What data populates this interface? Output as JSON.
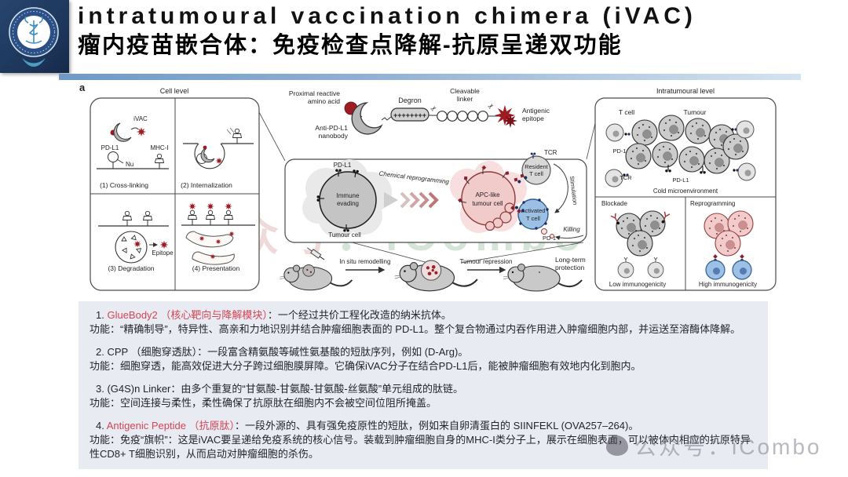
{
  "header": {
    "title_en": "intratumoural vaccination chimera (iVAC)",
    "title_zh": "瘤内疫苗嵌合体：免疫检查点降解-抗原呈递双功能",
    "logo": "institution-seal"
  },
  "figure": {
    "panel": "a",
    "cell_level": {
      "title": "Cell level",
      "ivac": "iVAC",
      "pdl1": "PD-L1",
      "nu": "Nu",
      "mhc1": "MHC-I",
      "epitope": "Epitope",
      "step1": "(1) Cross-linking",
      "step2": "(2) Internalization",
      "step3": "(3) Degradation",
      "step4": "(4) Presentation"
    },
    "molecule": {
      "proximal_1": "Proximal reactive",
      "proximal_2": "amino acid",
      "nanobody_1": "Anti-PD-L1",
      "nanobody_2": "nanobody",
      "degron": "Degron",
      "degron_plus": "++++++++",
      "scissors": "✂",
      "cleavable_1": "Cleavable",
      "cleavable_2": "linker",
      "epitope_1": "Antigenic",
      "epitope_2": "epitope"
    },
    "mechanism": {
      "pdl1": "PD-L1",
      "immune_1": "Immune",
      "immune_2": "evading",
      "tumour_cell": "Tumour cell",
      "reprogramming": "Chemical reprogramming",
      "apc_1": "APC-like",
      "apc_2": "tumour cell",
      "tcr": "TCR",
      "resident_1": "Resident",
      "resident_2": "T cell",
      "stimulation": "Stimulation",
      "activated_1": "Activated",
      "activated_2": "T cell",
      "pd1": "PD-1",
      "killing": "Killing"
    },
    "mice": {
      "arrow1": "In situ remodelling",
      "arrow2": "Tumour repression",
      "protect_1": "Long-term",
      "protect_2": "protection"
    },
    "intratumoural": {
      "title": "Intratumoural level",
      "t_cell": "T cell",
      "tumour": "Tumour",
      "pd1": "PD-1",
      "tcr": "TCR",
      "pdl1": "PD-L1",
      "cold": "Cold microenvironment",
      "blockade": "Blockade",
      "reprogramming": "Reprogramming",
      "low": "Low immunogenicity",
      "high": "High immunogenicity"
    },
    "colors": {
      "epitope_red": "#9e1b22",
      "pink_cell": "#f1caca",
      "blue_cell": "#9cc0e4",
      "gray_cell": "#c4c4c4"
    }
  },
  "notes": {
    "items": [
      {
        "num": "1.",
        "red": "GlueBody2 （核心靶向与降解模块）",
        "black": "：一个经过共价工程化改造的纳米抗体。",
        "func": "功能：“精确制导”，特异性、高亲和力地识别并结合肿瘤细胞表面的 PD-L1。整个复合物通过内吞作用进入肿瘤细胞内部，并运送至溶酶体降解。"
      },
      {
        "num": "2.",
        "red": "",
        "black": "CPP （细胞穿透肽）：一段富含精氨酸等碱性氨基酸的短肽序列，例如 (D-Arg)。",
        "func": "功能：细胞穿透，能高效促进大分子跨过细胞膜屏障。它确保iVAC分子在结合PD-L1后，能被肿瘤细胞有效地内化到胞内。"
      },
      {
        "num": "3.",
        "red": "",
        "black": "(G4S)n Linker：由多个重复的“甘氨酸-甘氨酸-甘氨酸-丝氨酸”单元组成的肽链。",
        "func": "功能：空间连接与柔性，柔性确保了抗原肽在细胞内不会被空间位阻所掩盖。"
      },
      {
        "num": "4.",
        "red": "Antigenic Peptide （抗原肽）",
        "black": "：一段外源的、具有强免疫原性的短肽，例如来自卵清蛋白的 SIINFEKL (OVA257–264)。",
        "func": "功能：免疫“旗帜”：这是iVAC要呈递给免疫系统的核心信号。装载到肿瘤细胞自身的MHC-I类分子上，展示在细胞表面，可以被体内相应的抗原特异性CD8+ T细胞识别，从而启动对肿瘤细胞的杀伤。"
      }
    ]
  },
  "watermarks": {
    "center_zh": "公众号",
    "center_en": "：iCombo",
    "corner": "公众号：iCombo"
  }
}
